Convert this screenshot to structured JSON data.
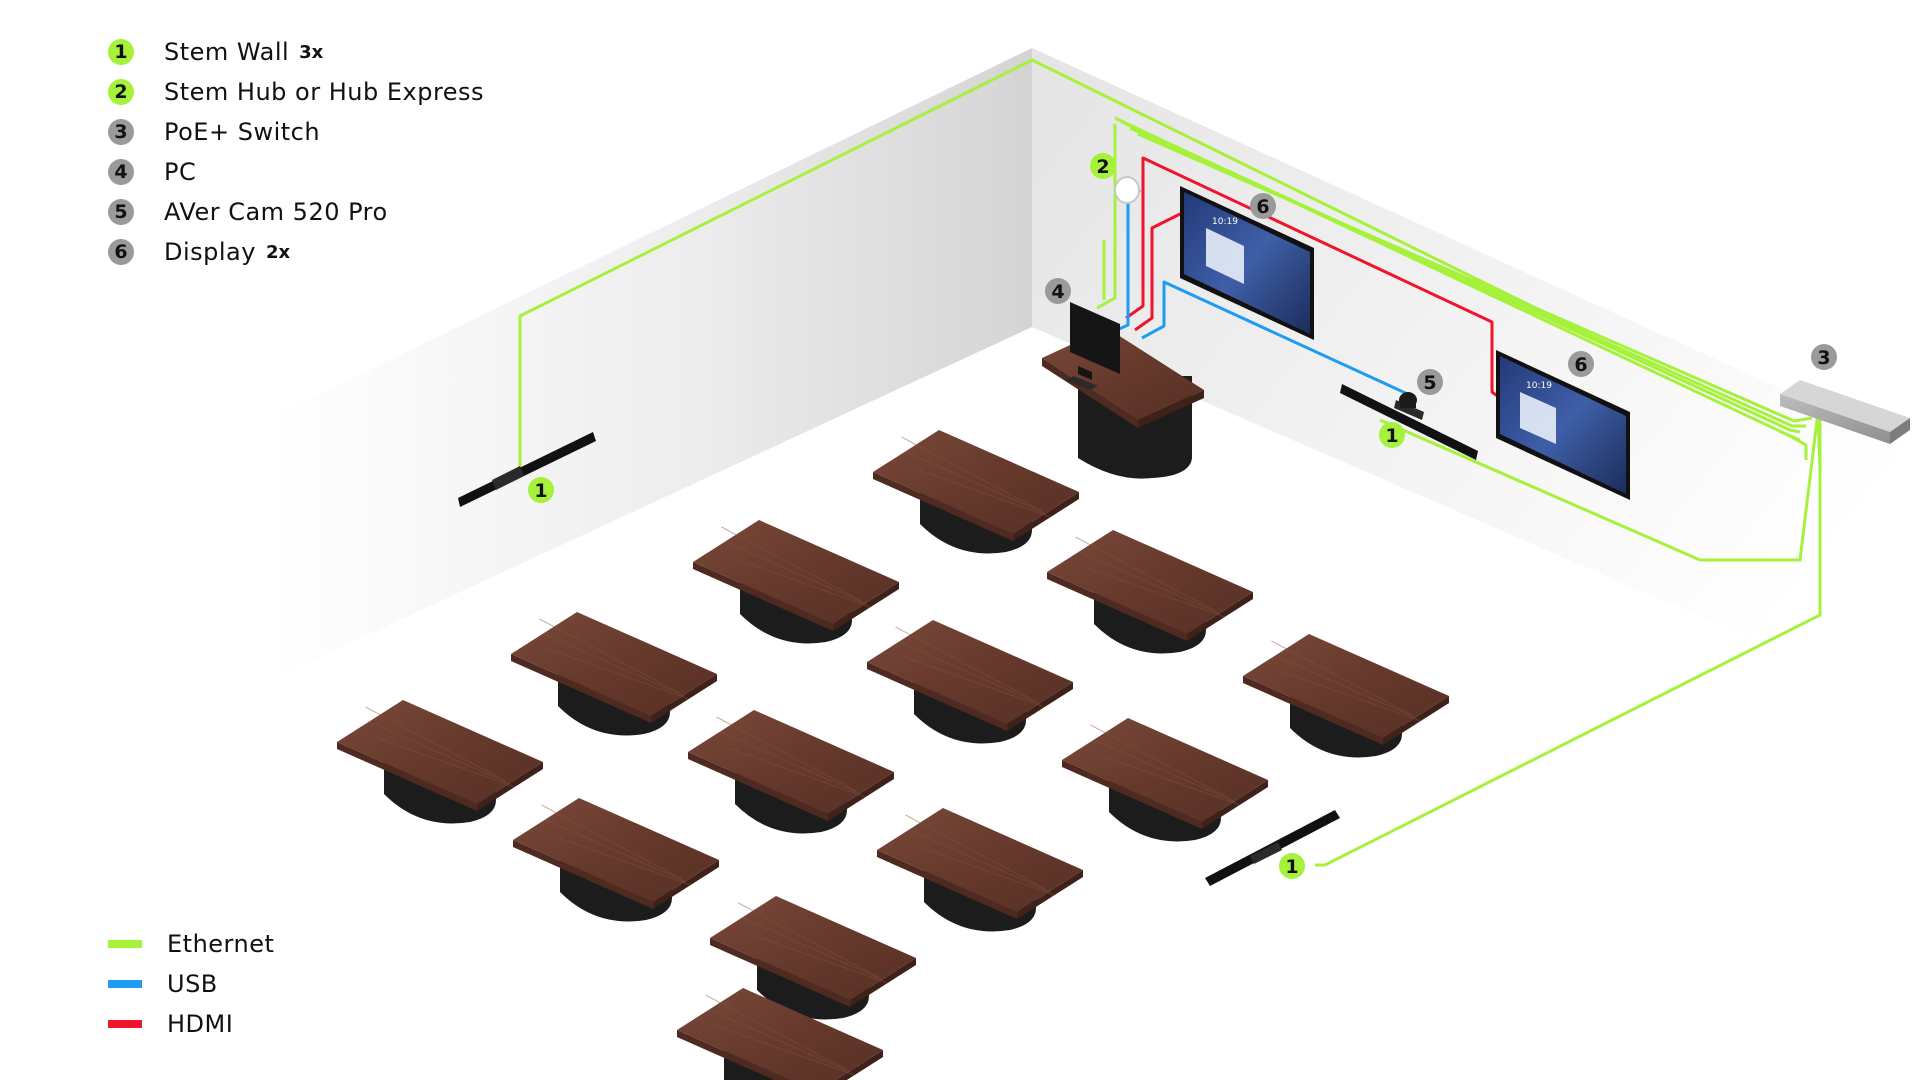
{
  "legend": {
    "items": [
      {
        "number": "1",
        "label": "Stem Wall",
        "qty": "3x",
        "color": "#a6f13c"
      },
      {
        "number": "2",
        "label": "Stem Hub or Hub Express",
        "qty": "",
        "color": "#a6f13c"
      },
      {
        "number": "3",
        "label": "PoE+ Switch",
        "qty": "",
        "color": "#9a9a9a"
      },
      {
        "number": "4",
        "label": "PC",
        "qty": "",
        "color": "#9a9a9a"
      },
      {
        "number": "5",
        "label": "AVer Cam 520 Pro",
        "qty": "",
        "color": "#9a9a9a"
      },
      {
        "number": "6",
        "label": "Display",
        "qty": "2x",
        "color": "#9a9a9a"
      }
    ]
  },
  "cables": {
    "items": [
      {
        "label": "Ethernet",
        "color": "#a6f13c"
      },
      {
        "label": "USB",
        "color": "#1e9cf0"
      },
      {
        "label": "HDMI",
        "color": "#f0142d"
      }
    ]
  },
  "diagram": {
    "callouts": [
      {
        "number": "1",
        "device": "stem-wall-left"
      },
      {
        "number": "1",
        "device": "stem-wall-back"
      },
      {
        "number": "1",
        "device": "stem-wall-floor"
      },
      {
        "number": "2",
        "device": "stem-hub"
      },
      {
        "number": "3",
        "device": "poe-switch"
      },
      {
        "number": "4",
        "device": "pc"
      },
      {
        "number": "5",
        "device": "camera"
      },
      {
        "number": "6",
        "device": "display-1"
      },
      {
        "number": "6",
        "device": "display-2"
      }
    ],
    "screen_time": "10:19",
    "colors": {
      "ethernet": "#a6f13c",
      "usb": "#1e9cf0",
      "hdmi": "#f0142d",
      "wood": "#6b3d30",
      "pedestal": "#1c1c1c",
      "badge_green": "#a6f13c",
      "badge_gray": "#9a9a9a"
    }
  }
}
